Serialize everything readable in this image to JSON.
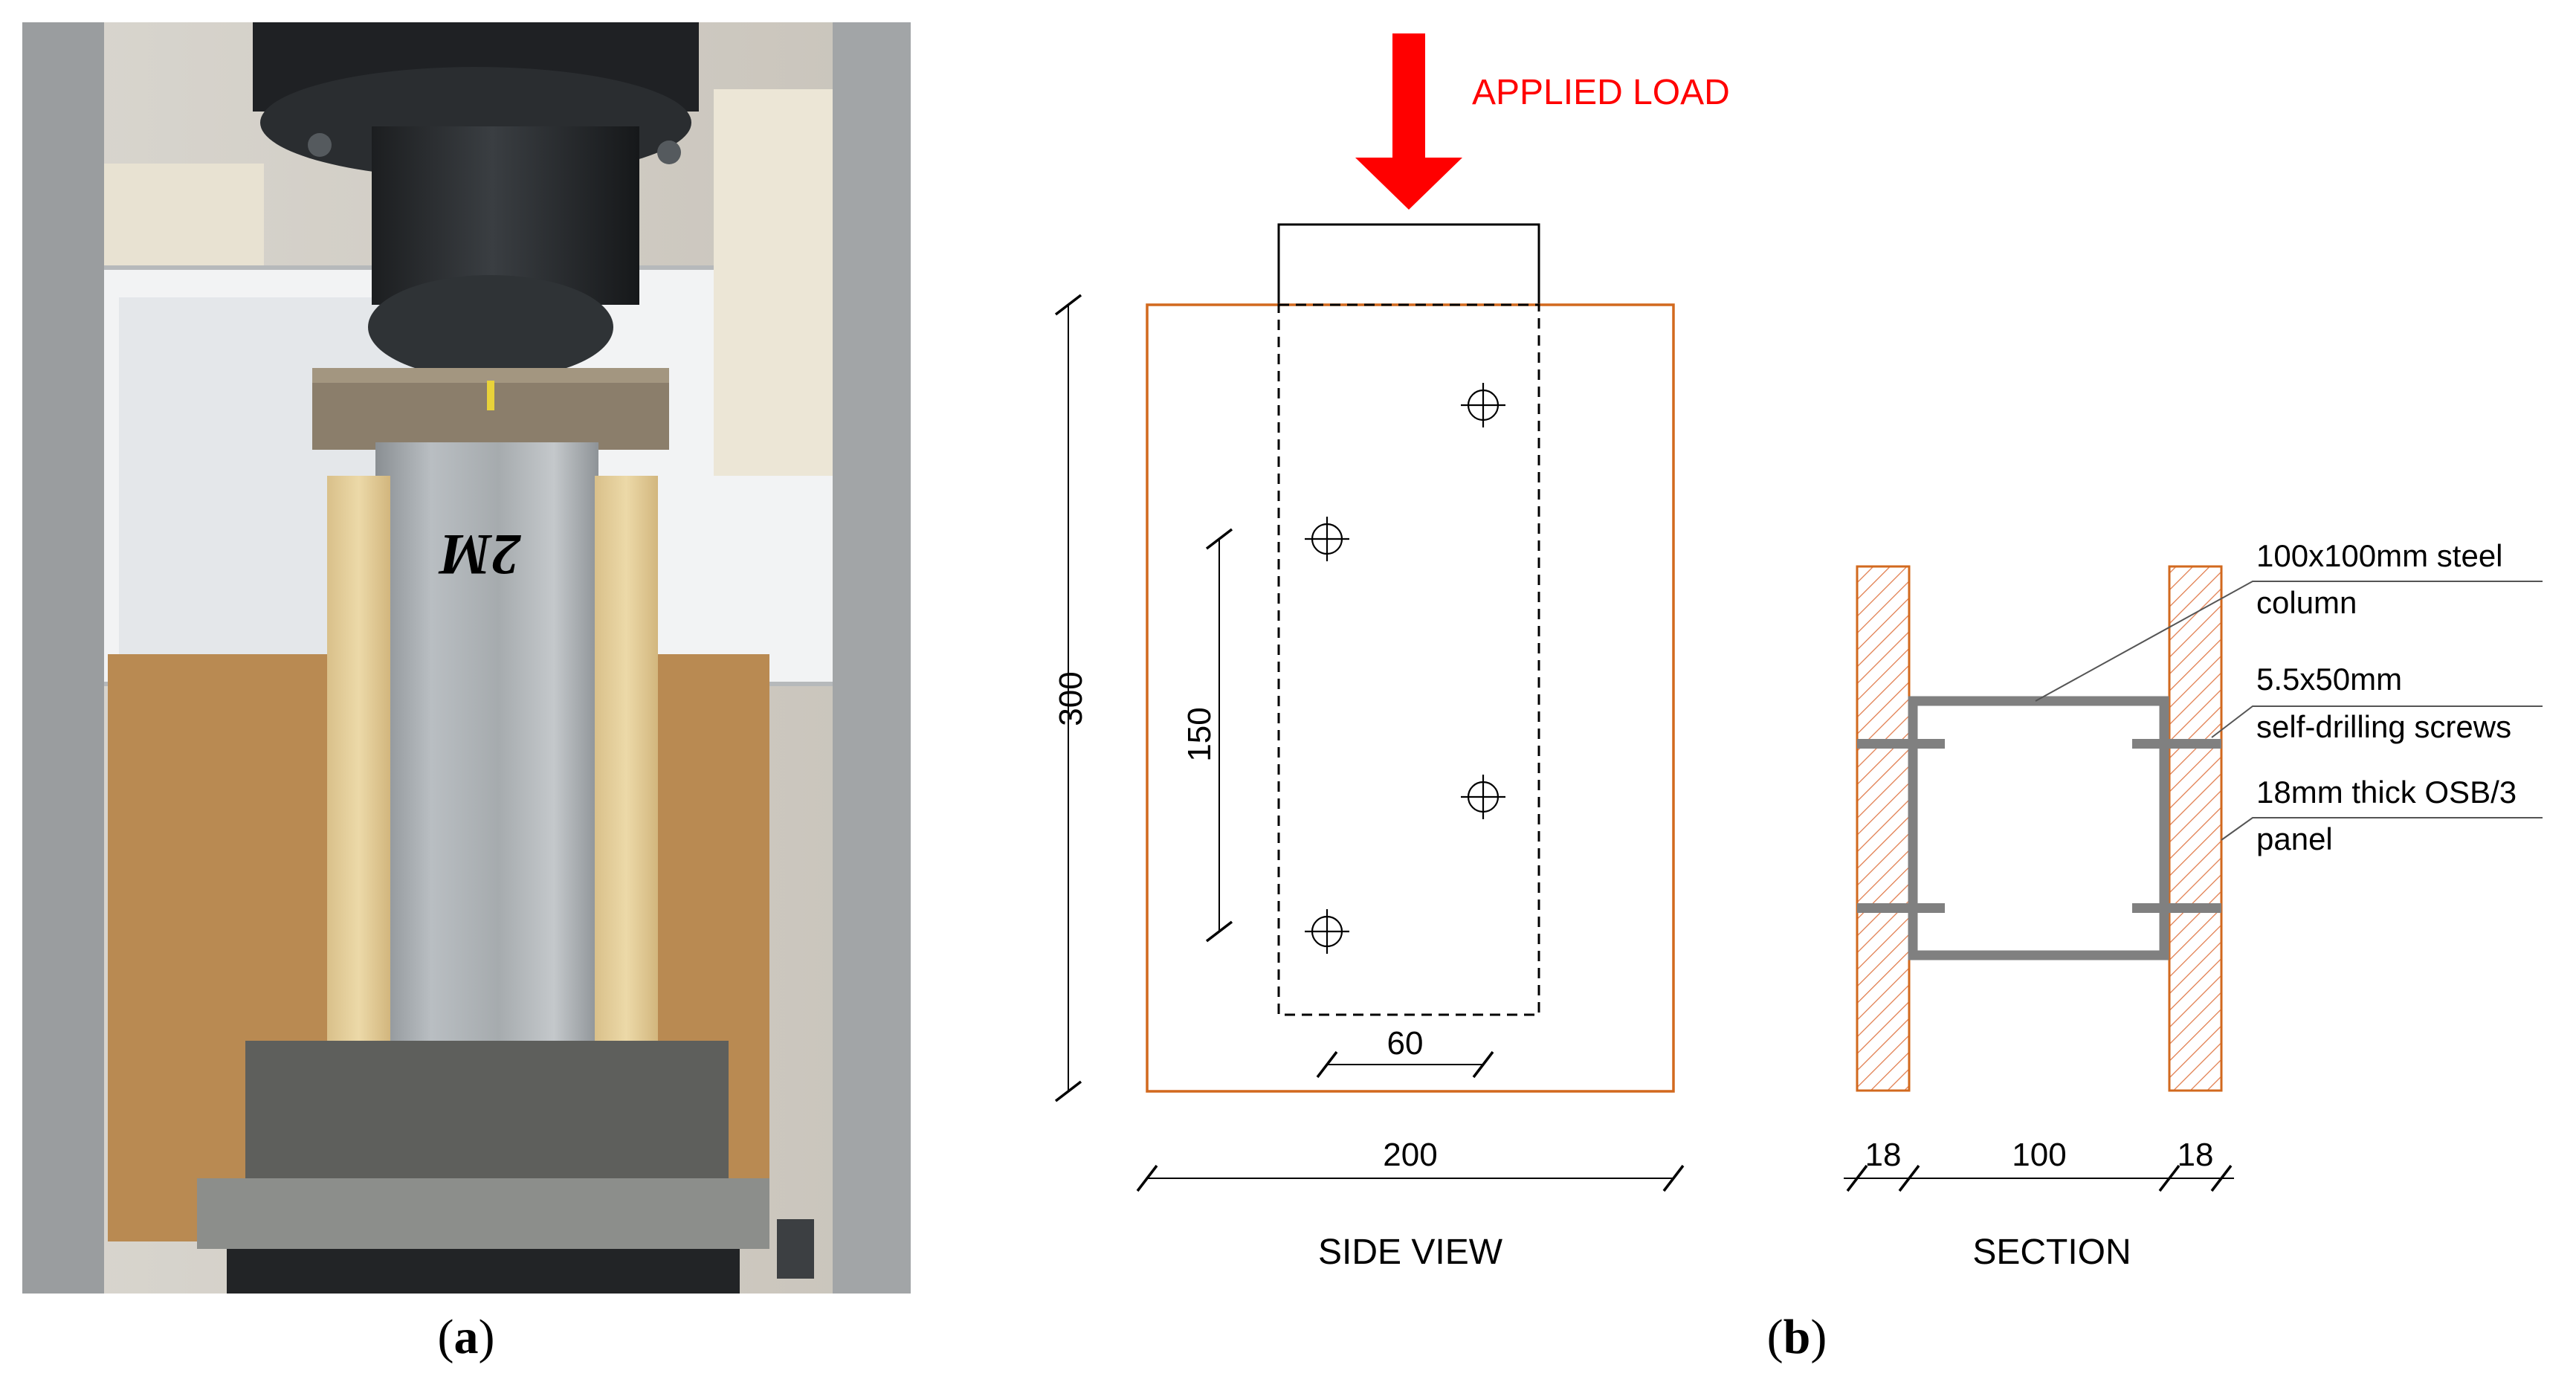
{
  "colors": {
    "load_arrow": "#ff0000",
    "panel_outline": "#d2691e",
    "steel": "#808080",
    "line": "#000000",
    "hatch": "#e07a4a"
  },
  "panel_a": {
    "caption_label": "a",
    "photo_marking": "2M"
  },
  "panel_b": {
    "caption_label": "b",
    "load_label": "APPLIED LOAD",
    "side_view": {
      "title": "SIDE VIEW",
      "dim_height": "300",
      "dim_width": "200",
      "dim_bolt_vertical": "150",
      "dim_bolt_horizontal": "60"
    },
    "section": {
      "title": "SECTION",
      "dim_left": "18",
      "dim_center": "100",
      "dim_right": "18",
      "callouts": [
        {
          "line1": "100x100mm steel",
          "line2": "column"
        },
        {
          "line1": "5.5x50mm",
          "line2": "self-drilling screws"
        },
        {
          "line1": "18mm thick OSB/3",
          "line2": "panel"
        }
      ]
    }
  }
}
